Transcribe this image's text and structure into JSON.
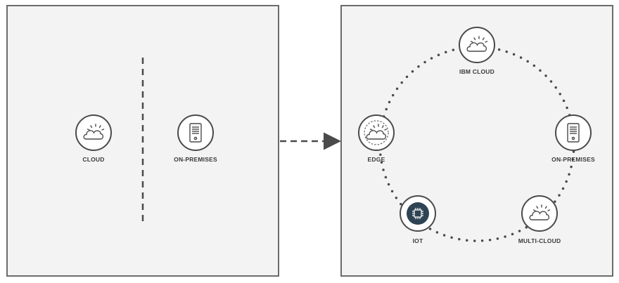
{
  "before": {
    "nodes": [
      {
        "id": "cloud",
        "label": "CLOUD",
        "icon": "cloud-icon"
      },
      {
        "id": "on-premises",
        "label": "ON-PREMISES",
        "icon": "server-icon"
      }
    ]
  },
  "after": {
    "nodes": [
      {
        "id": "ibm-cloud",
        "label": "IBM CLOUD",
        "icon": "cloud-icon"
      },
      {
        "id": "on-premises",
        "label": "ON-PREMISES",
        "icon": "server-icon"
      },
      {
        "id": "multi-cloud",
        "label": "MULTI-CLOUD",
        "icon": "cloud-icon"
      },
      {
        "id": "iot",
        "label": "IOT",
        "icon": "chip-icon"
      },
      {
        "id": "edge",
        "label": "EDGE",
        "icon": "edge-cloud-icon"
      }
    ]
  },
  "colors": {
    "panel_bg": "#f3f3f3",
    "stroke": "#4a4a4a",
    "iot_fill": "#2e4454"
  }
}
